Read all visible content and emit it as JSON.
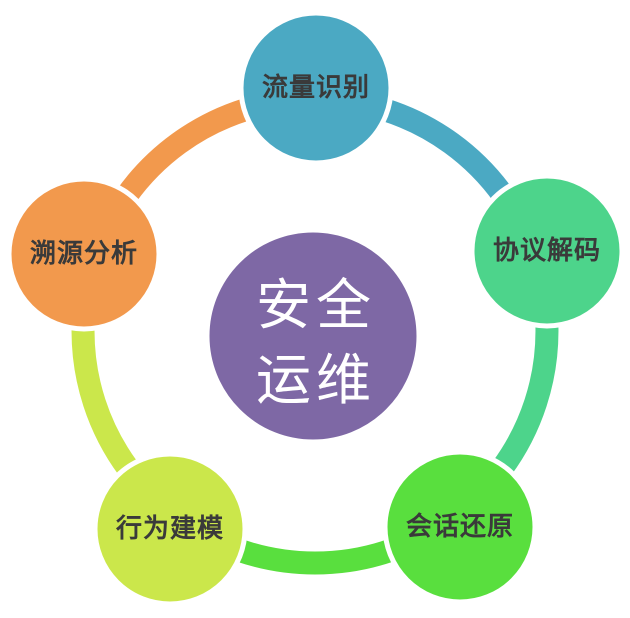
{
  "diagram": {
    "background_color": "#ffffff",
    "label_text_color": "#3a3a3a",
    "ring_note": "five arcs, each colored as the node it leaves clockwise"
  },
  "center": {
    "label_line1": "安全",
    "label_line2": "运维",
    "color": "#7e68a5",
    "text_color": "#ffffff"
  },
  "nodes": [
    {
      "id": "traffic-identification",
      "label": "流量识别",
      "color": "#4ba9c3",
      "position": "top"
    },
    {
      "id": "protocol-decoding",
      "label": "协议解码",
      "color": "#4dd48b",
      "position": "right"
    },
    {
      "id": "session-restoration",
      "label": "会话还原",
      "color": "#59df3e",
      "position": "bottom-right"
    },
    {
      "id": "behavior-modeling",
      "label": "行为建模",
      "color": "#cbe74b",
      "position": "bottom-left"
    },
    {
      "id": "traceability-analysis",
      "label": "溯源分析",
      "color": "#f2994d",
      "position": "left"
    }
  ]
}
